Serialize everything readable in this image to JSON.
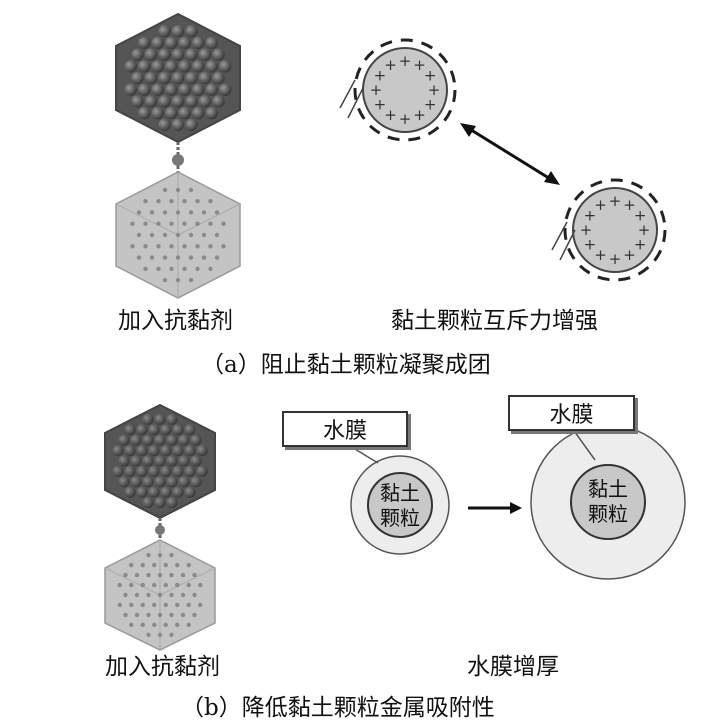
{
  "panel_a": {
    "label_left": "加入抗黏剂",
    "label_right": "黏土颗粒互斥力增强",
    "caption": "（a）阻止黏土颗粒凝聚成团",
    "particle_surface_sign": "+",
    "particle_edge_sign": "−"
  },
  "panel_b": {
    "label_left": "加入抗黏剂",
    "label_right": "水膜增厚",
    "caption": "（b）降低黏土颗粒金属吸附性",
    "film_label_small": "水膜",
    "film_label_large": "水膜",
    "particle_line1": "黏土",
    "particle_line2": "颗粒"
  },
  "colors": {
    "sphere_dark": "#4a4a4a",
    "hex_light": "#bdbdbd",
    "particle_fill": "#c8c8c8",
    "film_fill": "#ededed"
  }
}
